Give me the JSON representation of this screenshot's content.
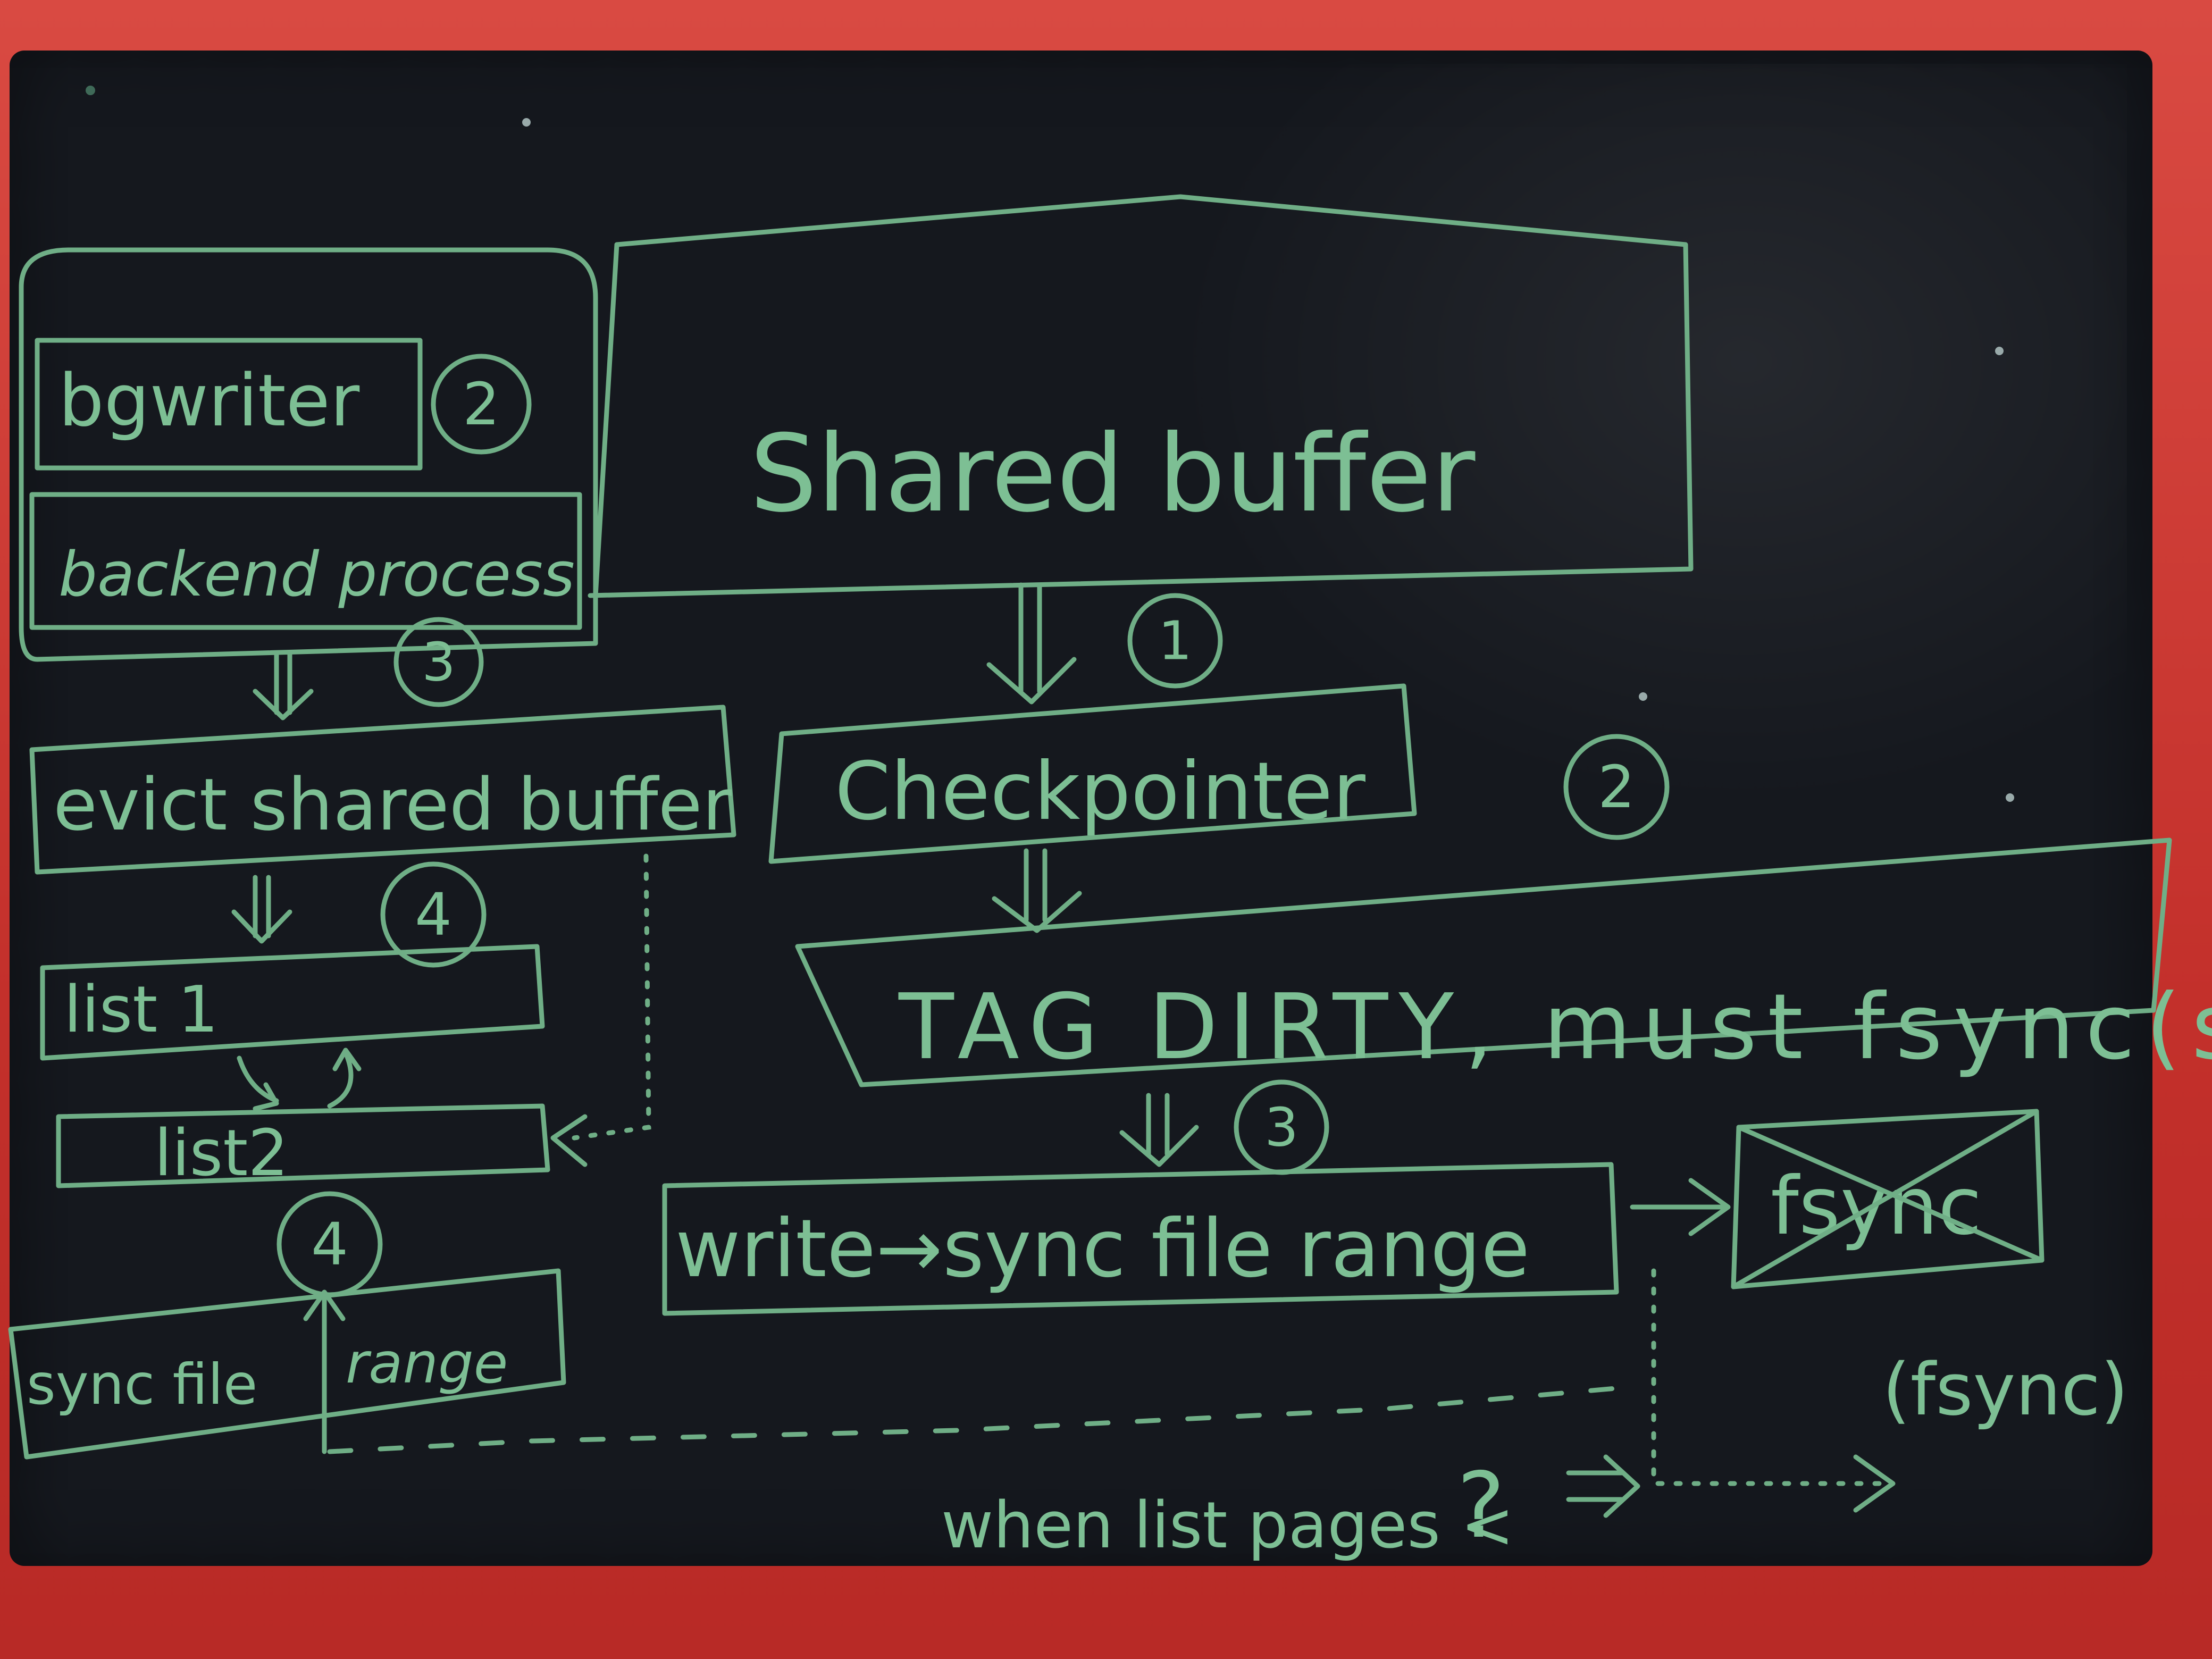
{
  "labels": {
    "bgwriter": "bgwriter",
    "backend_process": "backend process",
    "shared_buffer": "Shared buffer",
    "checkpointer": "Checkpointer",
    "evict_shared_buffer": "evict shared buffer",
    "tag_dirty": "TAG DIRTY, must fsync(s)",
    "list1": "list 1",
    "list2": "list2",
    "write_sync_file_range": "write→sync file range",
    "fsync_crossed": "fsync",
    "fsync_paren": "(fsync)",
    "sync_file": "sync file",
    "range": "range",
    "when_list_pages": "when list pages <",
    "question": "?"
  },
  "step_numbers": {
    "bgwriter_step": "2",
    "backend_step": "3",
    "evict_step": "4",
    "list2_step": "4",
    "checkpointer_step": "1",
    "tag_dirty_step": "2",
    "write_step": "3"
  },
  "colors": {
    "ink": "#6fae86",
    "board": "#15181e",
    "frame": "#c8352f"
  }
}
